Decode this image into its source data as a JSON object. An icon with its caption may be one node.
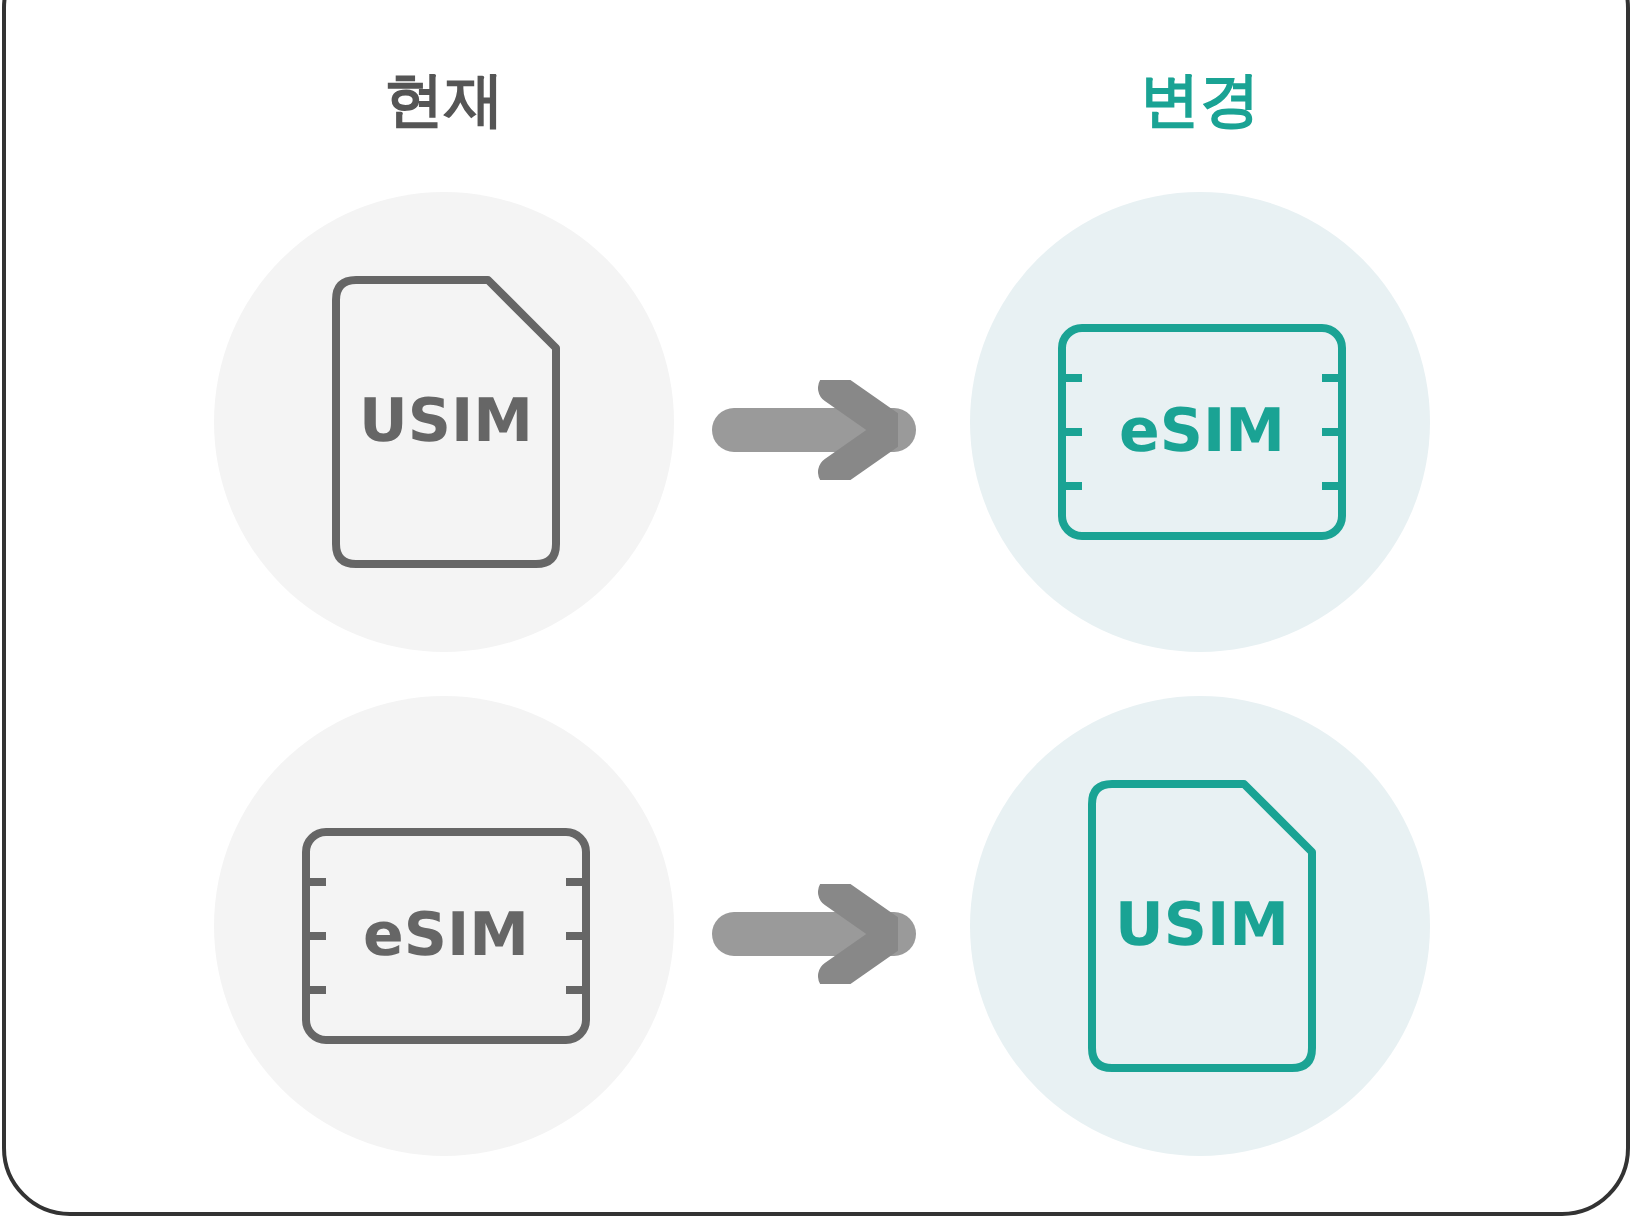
{
  "diagram": {
    "nodes": [
      {
        "text": [],
        "shape": "circle"
      },
      {
        "text": [
          "USIM"
        ],
        "in": 0
      },
      {
        "text": [],
        "shape": "circle"
      },
      {
        "text": [
          "eSIM"
        ],
        "in": 2
      },
      {
        "text": [],
        "shape": "circle"
      },
      {
        "text": [
          "eSIM"
        ],
        "in": 4
      },
      {
        "text": [],
        "shape": "circle"
      },
      {
        "text": [
          "USIM"
        ],
        "in": 6
      }
    ],
    "edges": [
      {
        "from": 0,
        "to": 2,
        "arrow": "to"
      },
      {
        "from": 4,
        "to": 6,
        "arrow": "to"
      }
    ],
    "labels": [
      "현재",
      "변경"
    ]
  }
}
